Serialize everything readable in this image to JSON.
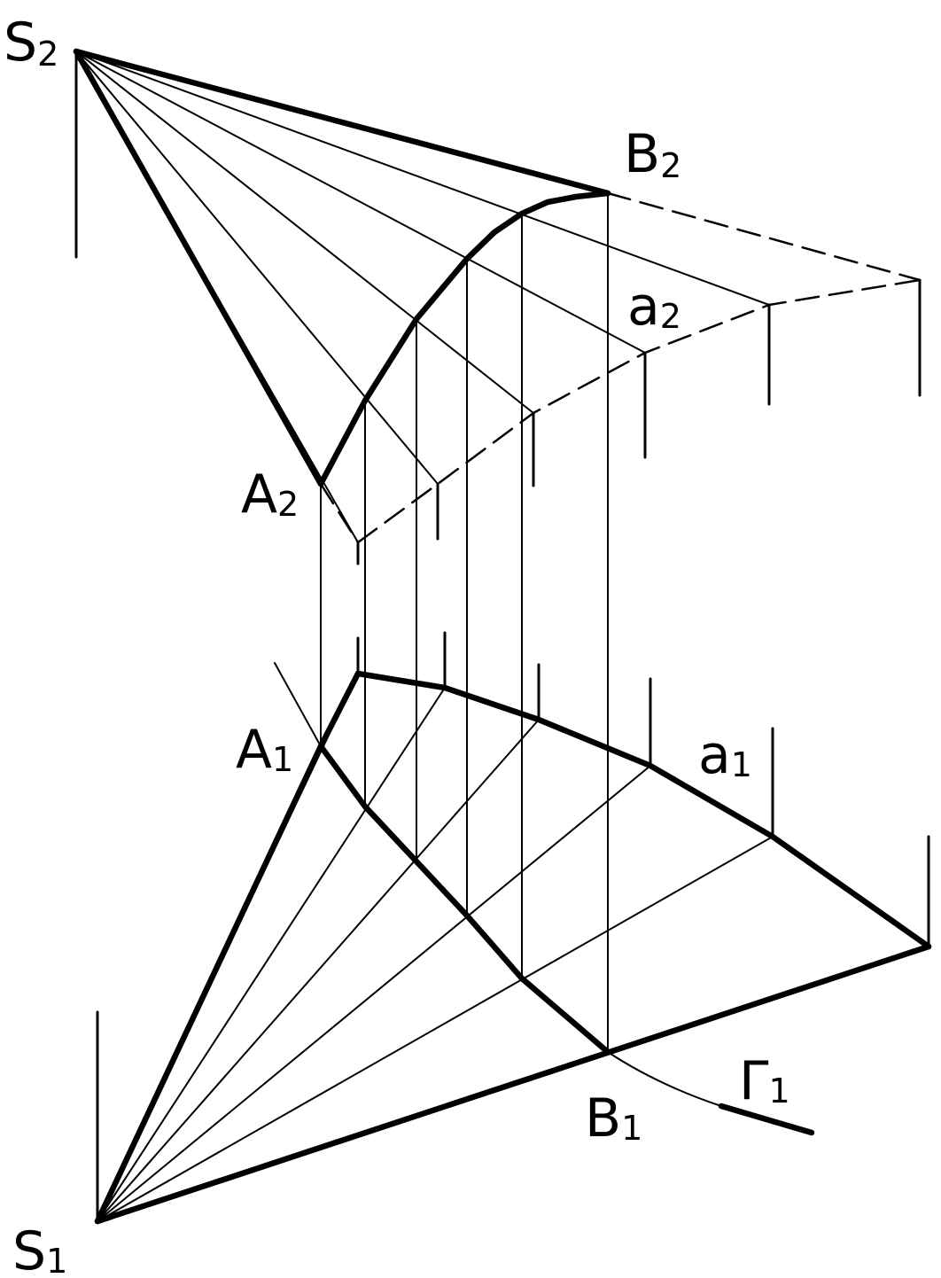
{
  "colors": {
    "ink": "#000000",
    "paper": "#ffffff"
  },
  "labels": {
    "S2": {
      "main": "S",
      "sub": "2"
    },
    "S1": {
      "main": "S",
      "sub": "1"
    },
    "A2": {
      "main": "A",
      "sub": "2"
    },
    "A1": {
      "main": "A",
      "sub": "1"
    },
    "B2": {
      "main": "B",
      "sub": "2"
    },
    "B1": {
      "main": "B",
      "sub": "1"
    },
    "a2": {
      "main": "a",
      "sub": "2"
    },
    "a1": {
      "main": "a",
      "sub": "1"
    },
    "G1": {
      "main": "Γ",
      "sub": "1"
    }
  }
}
